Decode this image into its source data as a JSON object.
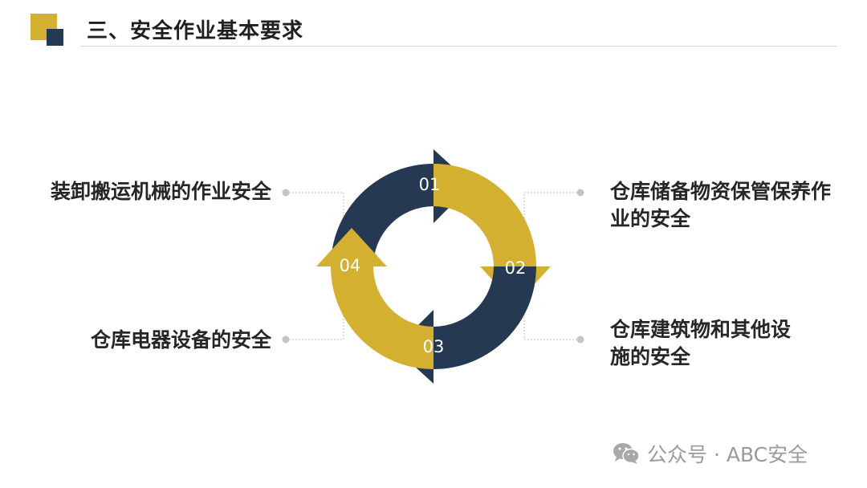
{
  "header": {
    "title": "三、安全作业基本要求"
  },
  "cycle": {
    "steps": [
      {
        "number": "01",
        "label": "仓库储备物资保管保养作业的安全"
      },
      {
        "number": "02",
        "label": "仓库建筑物和其他设施的安全"
      },
      {
        "number": "03",
        "label": "仓库电器设备的安全"
      },
      {
        "number": "04",
        "label": "装卸搬运机械的作业安全"
      }
    ],
    "labels": {
      "top_left": "装卸搬运机械的作业安全",
      "bottom_left": "仓库电器设备的安全",
      "top_right": "仓库储备物资保管保养作\n业的安全",
      "bottom_right": "仓库建筑物和其他设\n施的安全"
    },
    "colors": {
      "navy": "#253a52",
      "gold": "#d4b030",
      "connector": "#bdbdbd"
    }
  },
  "watermark": {
    "icon": "wechat-icon",
    "text": "公众号 · ABC安全"
  }
}
